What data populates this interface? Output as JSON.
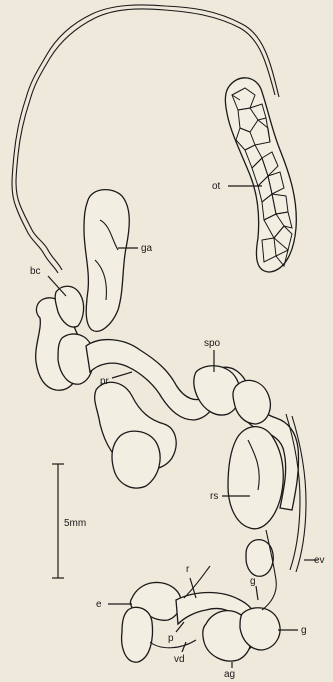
{
  "figure": {
    "labels": {
      "ot": "ot",
      "ga": "ga",
      "bc": "bc",
      "spo": "spo",
      "pr": "pr",
      "rs": "rs",
      "r": "r",
      "g_upper": "g",
      "ev": "ev",
      "e": "e",
      "p": "p",
      "vd": "vd",
      "g_lower": "g",
      "ag": "ag"
    },
    "scale_bar": {
      "label": "5mm"
    }
  },
  "colors": {
    "paper": "#efe9dc",
    "ink": "#1a1a1a"
  }
}
